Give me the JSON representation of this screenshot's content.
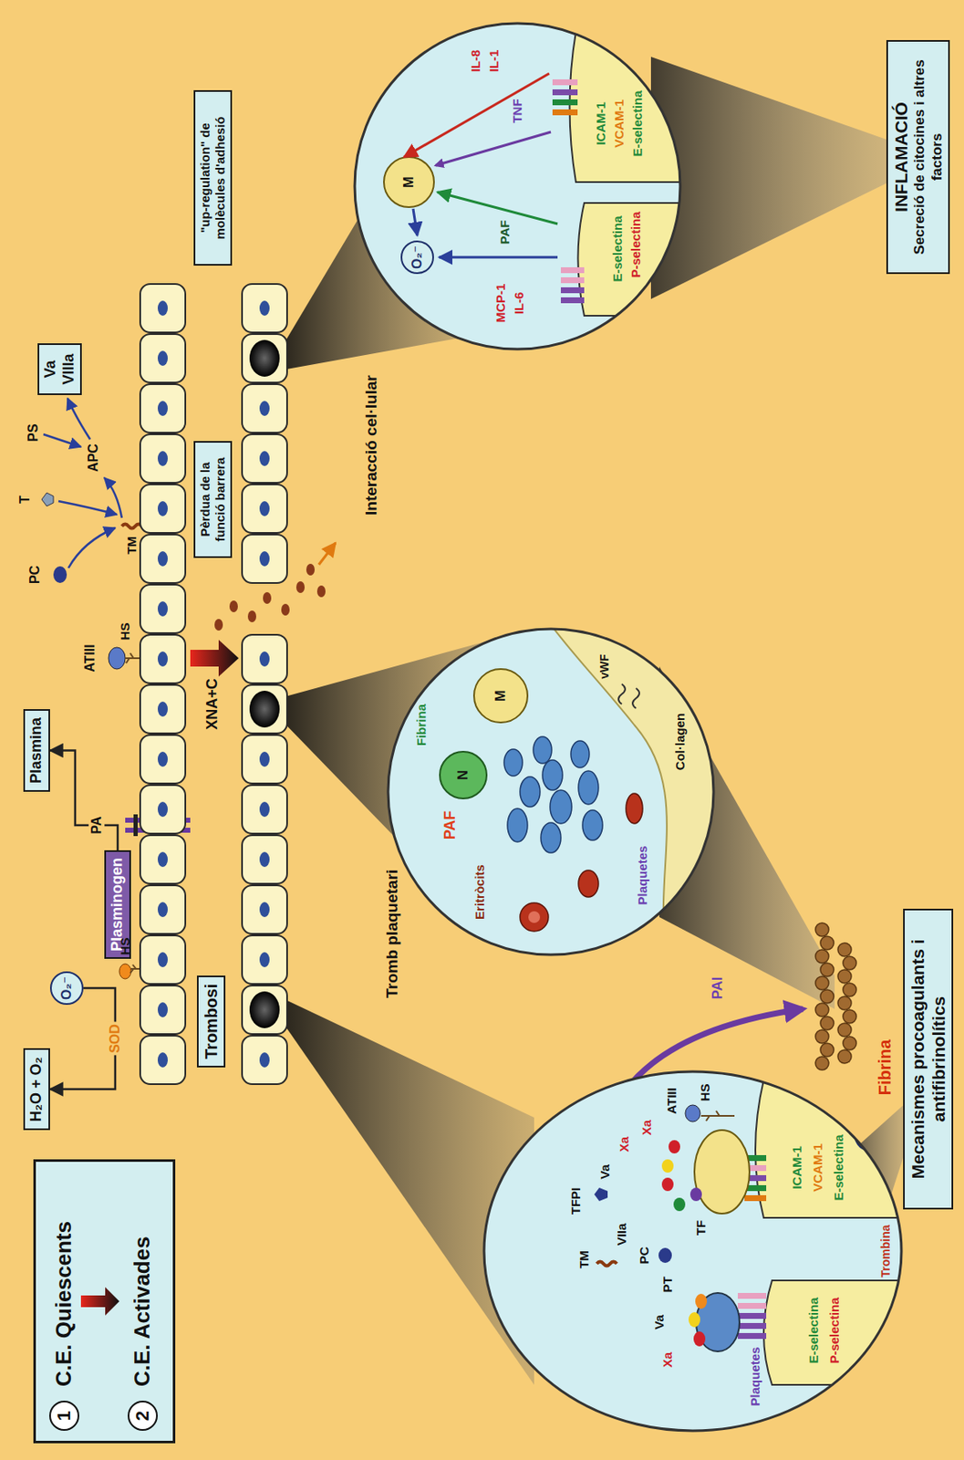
{
  "diagram": {
    "nodes": [
      {
        "text": [
          "C.E. Quiescents",
          "C.E. Activades"
        ]
      },
      {
        "text": [
          "1"
        ],
        "in": 0
      },
      {
        "text": [
          "2"
        ],
        "in": 0
      },
      {
        "text": [
          "H₂O + O₂"
        ]
      },
      {
        "text": [
          "O₂⁻"
        ]
      },
      {
        "text": [
          "Plasminogen"
        ]
      },
      {
        "text": [
          "Plasmina"
        ]
      },
      {
        "text": [
          "Va VIIIa"
        ]
      },
      {
        "text": [
          "Trombosi"
        ]
      },
      {
        "text": [
          "Pèrdua de la funció barrera"
        ]
      },
      {
        "text": [
          "\"up-regulation\" de molècules d'adhesió"
        ]
      },
      {
        "text": [
          "O₂⁻"
        ]
      },
      {
        "text": [
          "Mecanismes procoagulants i antifibrinolítics"
        ]
      },
      {
        "text": [
          "INFLAMACIÓ",
          "Secreció de citocines i altres factors"
        ]
      }
    ],
    "edges": [
      {
        "from": 4,
        "to": 3,
        "label": "SOD",
        "arrow": "to"
      },
      {
        "from": 5,
        "to": 6,
        "label": "PA",
        "arrow": "to"
      }
    ],
    "labels": [
      "HS",
      "ATIII",
      "HS",
      "PC",
      "T",
      "TM",
      "APC",
      "PS",
      "XNA+C",
      "Xa",
      "Va",
      "PT",
      "Plaquetes",
      "TM",
      "PC",
      "TFPI",
      "VIIa",
      "TF",
      "Va",
      "Xa",
      "Xa",
      "ATIII",
      "HS",
      "E-selectina",
      "P-selectina",
      "ICAM-1",
      "VCAM-1",
      "E-selectina",
      "Trombina",
      "PAI",
      "Fibrina",
      "Tromb plaquetari",
      "Eritròcits",
      "Plaquetes",
      "PAF",
      "N",
      "Fibrina",
      "M",
      "Col·lagen",
      "vWF",
      "Interacció cel·lular",
      "MCP-1",
      "IL-6",
      "M",
      "PAF",
      "TNF",
      "IL-8",
      "IL-1",
      "E-selectina",
      "P-selectina",
      "ICAM-1",
      "VCAM-1",
      "E-selectina"
    ]
  }
}
